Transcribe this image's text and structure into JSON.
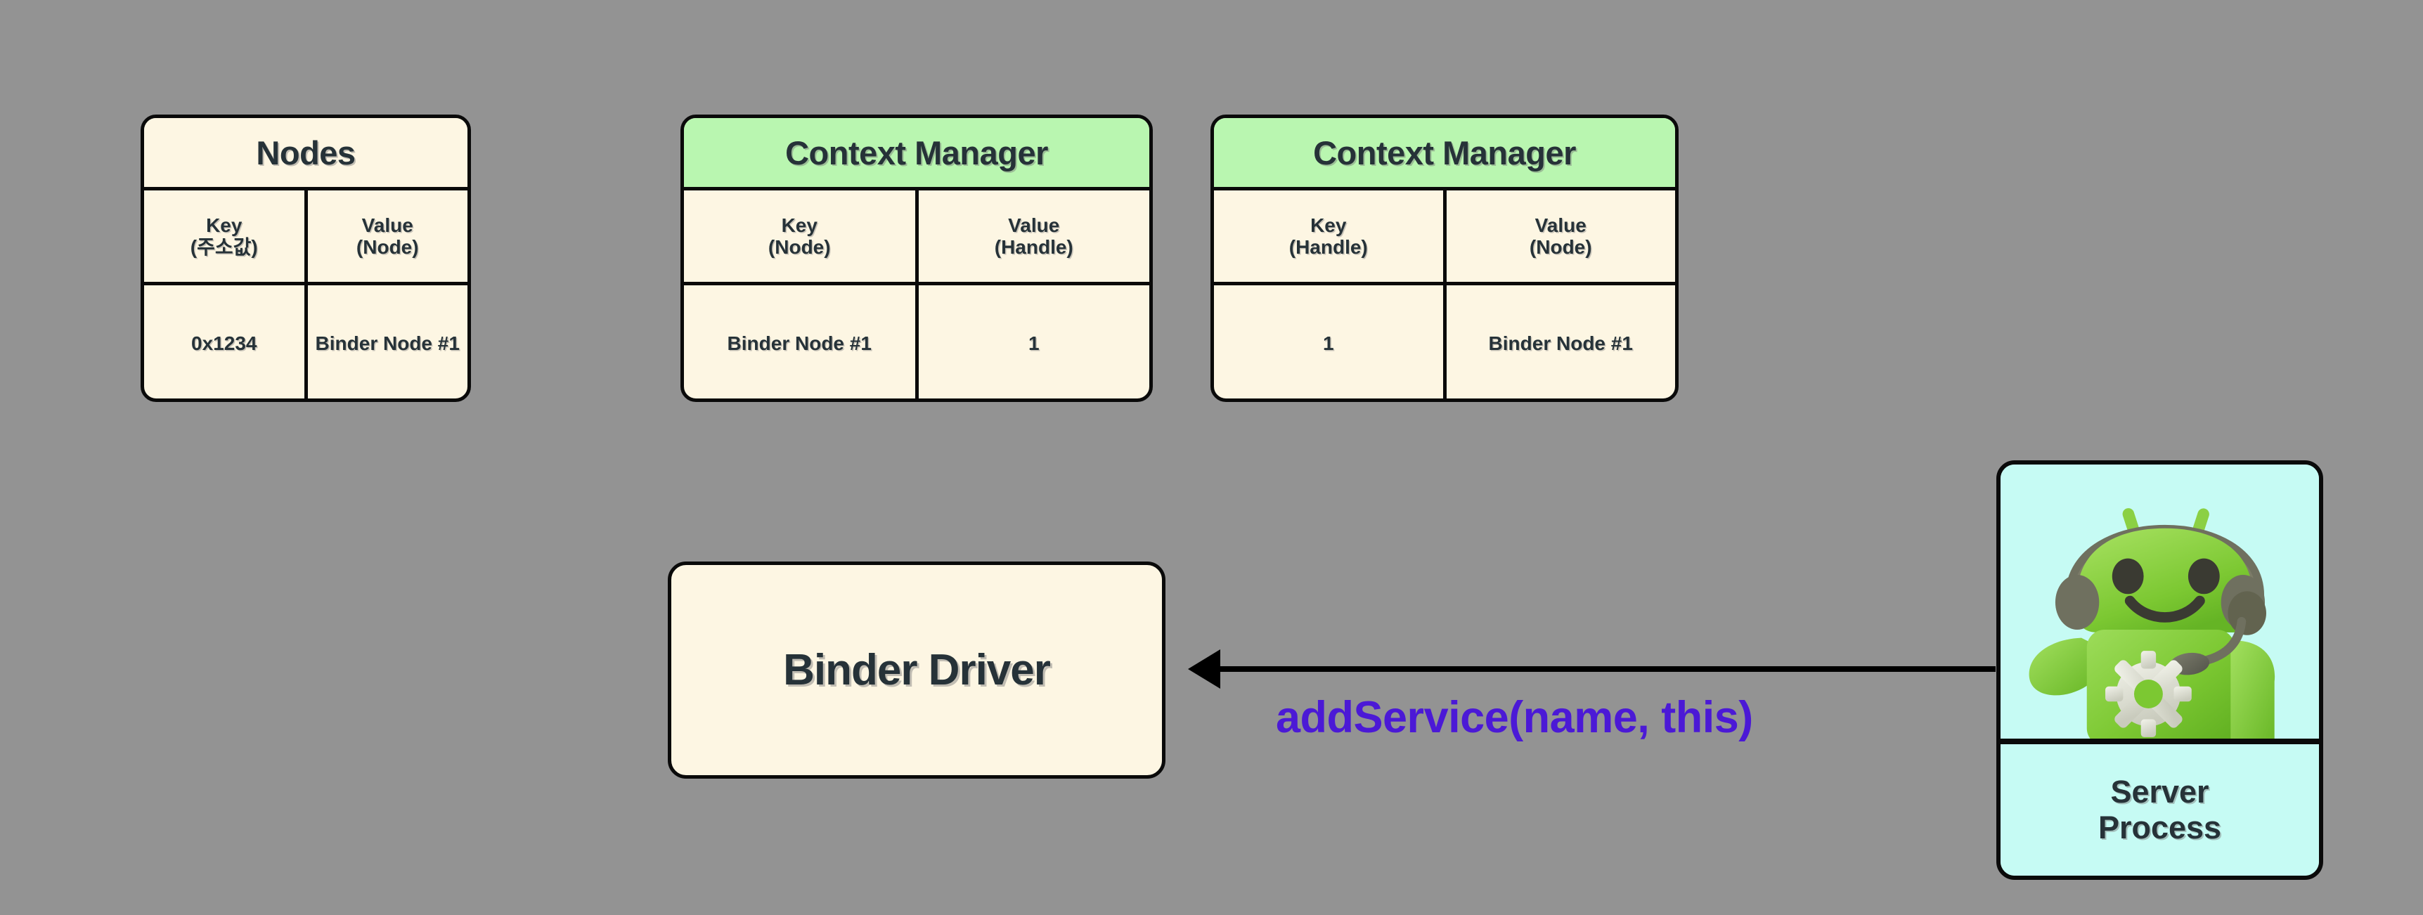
{
  "background_color": "#939393",
  "palette": {
    "cream": "#fdf6e3",
    "green_header": "#b9f6b0",
    "cyan_box": "#c6fbf4",
    "text_dark": "#263238",
    "border": "#0a0a0a",
    "label_purple": "#4b19d6",
    "arrow_black": "#000000",
    "android_green": "#7ac943"
  },
  "tables": [
    {
      "title": "Nodes",
      "title_style": "cream",
      "columns": [
        {
          "head_line1": "Key",
          "head_line2": "(주소값)"
        },
        {
          "head_line1": "Value",
          "head_line2": "(Node)"
        }
      ],
      "rows": [
        {
          "key": "0x1234",
          "value": "Binder Node #1"
        }
      ]
    },
    {
      "title": "Context Manager",
      "title_style": "green",
      "columns": [
        {
          "head_line1": "Key",
          "head_line2": "(Node)"
        },
        {
          "head_line1": "Value",
          "head_line2": "(Handle)"
        }
      ],
      "rows": [
        {
          "key": "Binder Node #1",
          "value": "1"
        }
      ]
    },
    {
      "title": "Context Manager",
      "title_style": "green",
      "columns": [
        {
          "head_line1": "Key",
          "head_line2": "(Handle)"
        },
        {
          "head_line1": "Value",
          "head_line2": "(Node)"
        }
      ],
      "rows": [
        {
          "key": "1",
          "value": "Binder Node #1"
        }
      ]
    }
  ],
  "binder_driver": {
    "label": "Binder Driver"
  },
  "arrow": {
    "label": "addService(name, this)",
    "direction": "right-to-left",
    "from": "Server Process",
    "to": "Binder Driver"
  },
  "server_process": {
    "caption_line1": "Server",
    "caption_line2": "Process",
    "icon": "android-robot-with-headset-icon"
  }
}
